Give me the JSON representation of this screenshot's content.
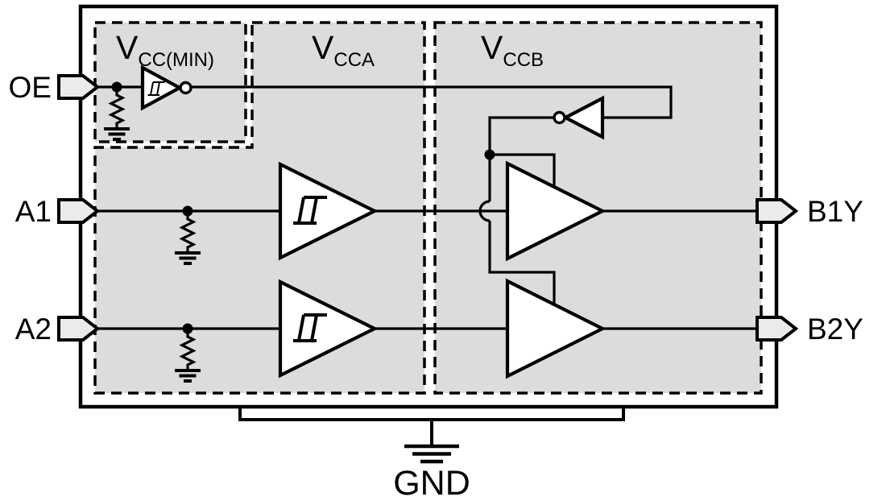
{
  "pins": {
    "oe": "OE",
    "a1": "A1",
    "a2": "A2",
    "b1y": "B1Y",
    "b2y": "B2Y"
  },
  "ground": {
    "label": "GND"
  },
  "power_domains": {
    "vcc_min": {
      "base": "V",
      "subscript": "CC(MIN)"
    },
    "vcca": {
      "base": "V",
      "subscript": "CCA"
    },
    "vccb": {
      "base": "V",
      "subscript": "CCB"
    }
  },
  "colors": {
    "domain_fill": "#dcdcdc",
    "pin_fill": "#ebebeb",
    "component_fill": "#ffffff",
    "line": "#000000",
    "background": "#ffffff"
  }
}
